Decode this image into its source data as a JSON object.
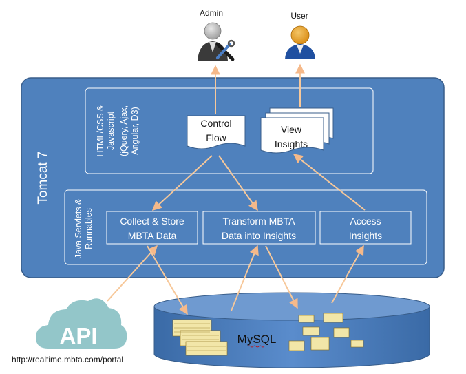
{
  "actors": {
    "admin": {
      "label": "Admin",
      "icon": "admin-tools-icon"
    },
    "user": {
      "label": "User",
      "icon": "user-icon"
    }
  },
  "tomcat": {
    "label": "Tomcat 7"
  },
  "frontend": {
    "label_lines": [
      "HTML/CSS &",
      "Javascript",
      "(jQuery, Ajax,",
      "Angular, D3)"
    ],
    "control_flow": [
      "Control",
      "Flow"
    ],
    "view_insights": [
      "View",
      "Insights"
    ]
  },
  "backend": {
    "label_lines": [
      "Java Servlets &",
      "Runnables"
    ],
    "collect": [
      "Collect & Store",
      "MBTA Data"
    ],
    "transform": [
      "Transform MBTA",
      "Data into Insights"
    ],
    "access": [
      "Access",
      "Insights"
    ]
  },
  "api": {
    "label": "API",
    "url": "http://realtime.mbta.com/portal",
    "icon": "cloud-icon"
  },
  "database": {
    "label": "MySQL",
    "icon": "database-cylinder-icon"
  },
  "colors": {
    "panel_blue": "#4f81bd",
    "panel_border": "#385d8a",
    "arrow": "#f7c89a",
    "cloud": "#93c6c9",
    "user_orange": "#e8960f"
  }
}
